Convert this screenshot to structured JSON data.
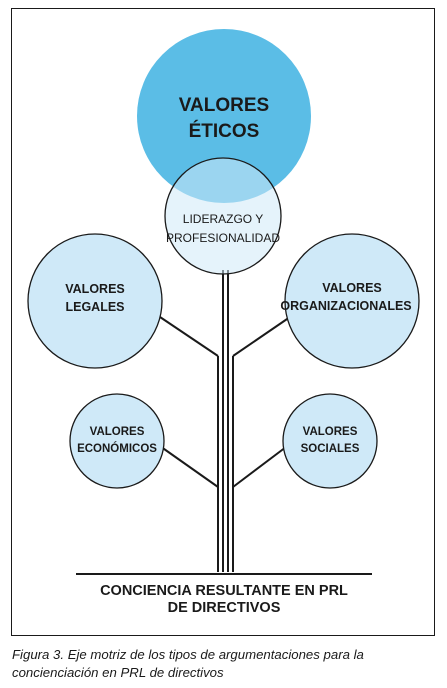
{
  "diagram": {
    "nodes": {
      "eticos": {
        "line1": "VALORES",
        "line2": "ÉTICOS"
      },
      "liderazgo": {
        "line1": "LIDERAZGO Y",
        "line2": "PROFESIONALIDAD"
      },
      "legales": {
        "line1": "VALORES",
        "line2": "LEGALES"
      },
      "organizacionales": {
        "line1": "VALORES",
        "line2": "ORGANIZACIONALES"
      },
      "economicos": {
        "line1": "VALORES",
        "line2": "ECONÓMICOS"
      },
      "sociales": {
        "line1": "VALORES",
        "line2": "SOCIALES"
      }
    },
    "base": {
      "line1": "CONCIENCIA RESULTANTE EN PRL",
      "line2": "DE DIRECTIVOS"
    },
    "colors": {
      "dark_circle": "#5bbde6",
      "light_circle": "#cfe9f8",
      "stroke": "#1a1a1a"
    }
  },
  "caption": "Figura 3. Eje motriz de los tipos de argumentaciones para la concienciación en PRL de directivos"
}
